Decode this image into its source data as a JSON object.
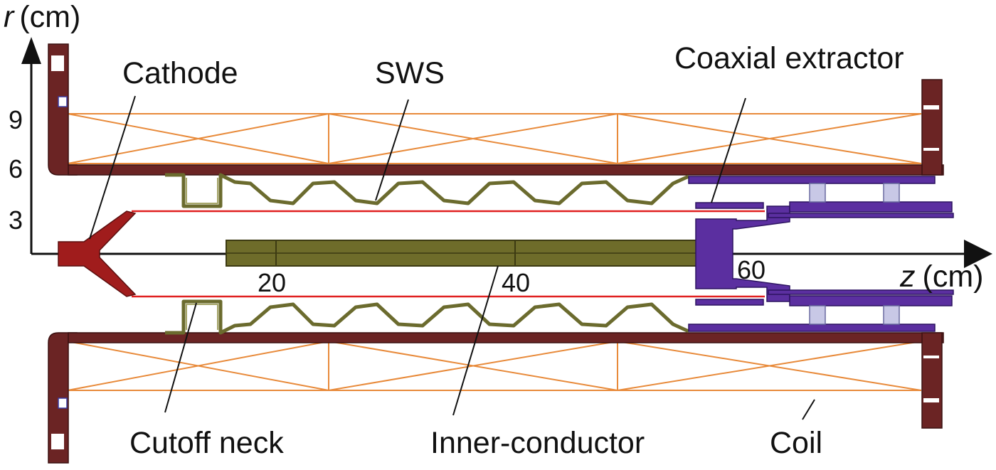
{
  "axes": {
    "r_label": "r",
    "r_unit": "(cm)",
    "z_label": "z",
    "z_unit": "(cm)",
    "r_ticks": [
      "9",
      "6",
      "3"
    ],
    "z_ticks": [
      "20",
      "40",
      "60"
    ]
  },
  "labels": {
    "cathode": "Cathode",
    "sws": "SWS",
    "coaxial_extractor": "Coaxial extractor",
    "cutoff_neck": "Cutoff neck",
    "inner_conductor": "Inner-conductor",
    "coil": "Coil"
  },
  "colors": {
    "cathode": "#a01c1c",
    "outer_wall": "#6b2424",
    "sws": "#6b6b2e",
    "inner_conductor": "#6e6c2a",
    "extractor": "#5b2fa0",
    "coil": "#e88a3a",
    "beam": "#e02020",
    "axis": "#111111"
  }
}
